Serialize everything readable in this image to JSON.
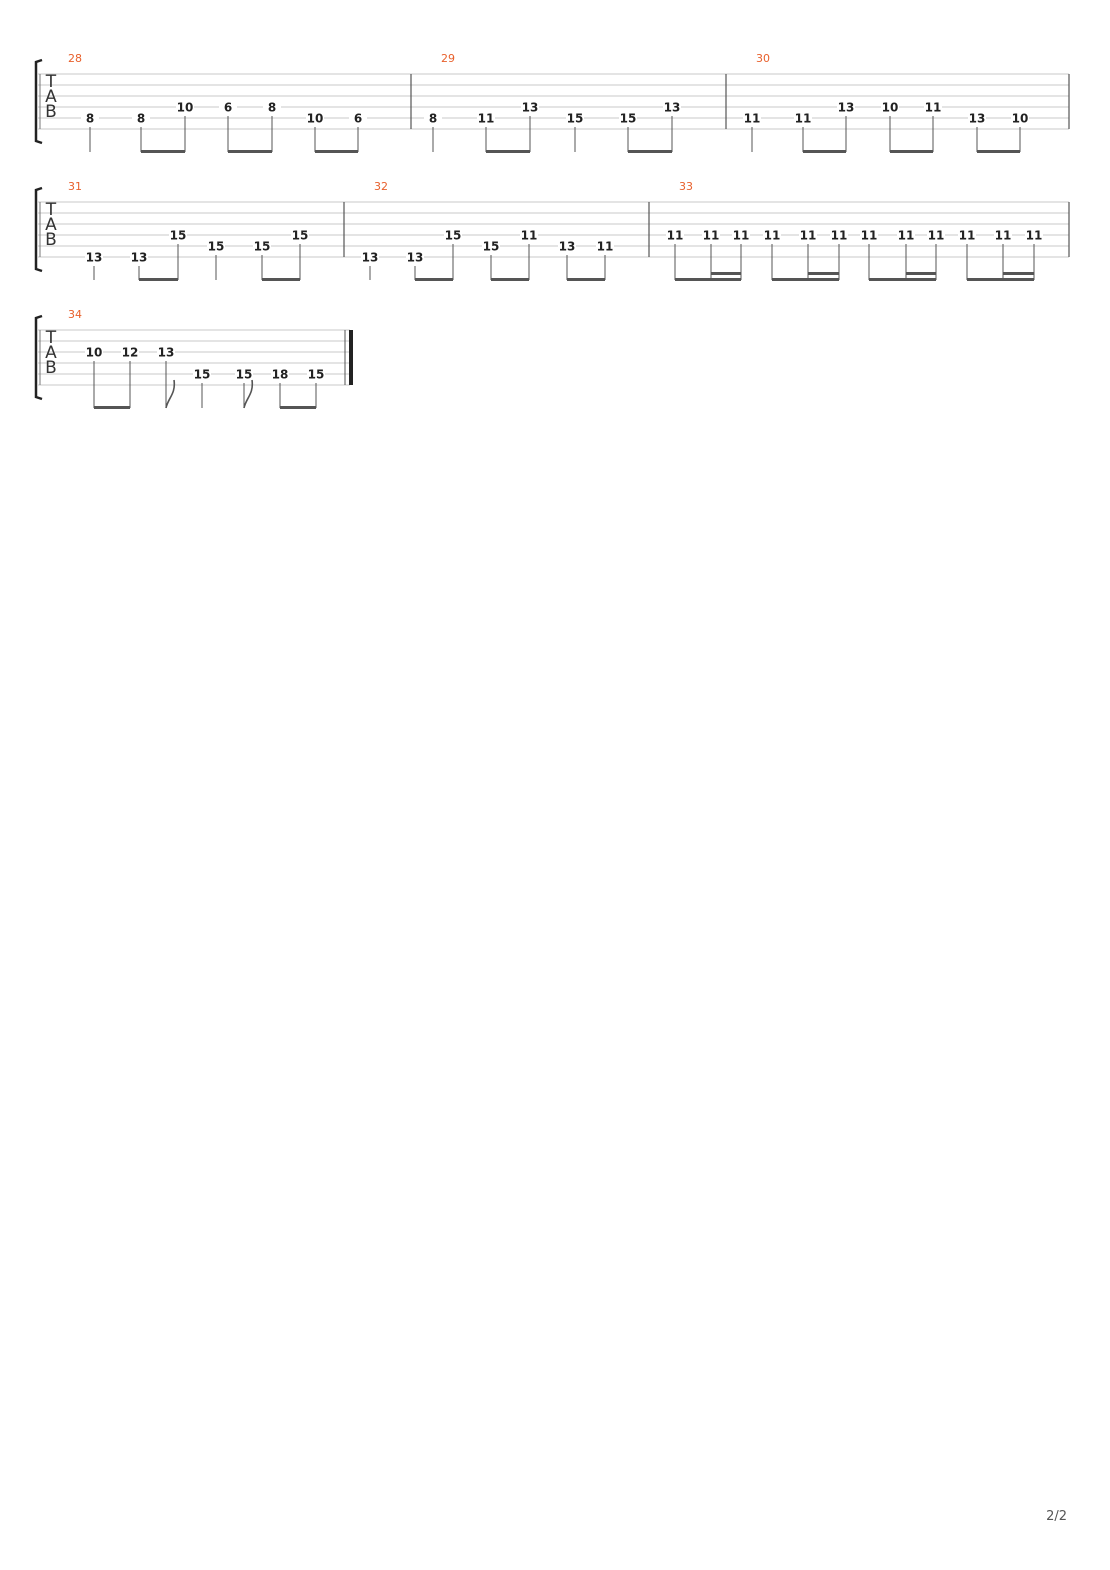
{
  "tablature": {
    "clef_letters": [
      "T",
      "A",
      "B"
    ],
    "colors": {
      "measure_number": "#e8602c",
      "fret": "#222222",
      "staff_line": "#c8c8c8",
      "stem": "#555555",
      "bar_line": "#555555"
    },
    "systems": [
      {
        "measures": [
          {
            "number": "28",
            "notes": [
              {
                "fret": "8",
                "string": 4,
                "stem": "single"
              },
              {
                "fret": "8",
                "string": 4,
                "stem": "beam8",
                "group": "a"
              },
              {
                "fret": "10",
                "string": 3,
                "stem": "beam8",
                "group": "a"
              },
              {
                "fret": "6",
                "string": 3,
                "stem": "beam8",
                "group": "b"
              },
              {
                "fret": "8",
                "string": 3,
                "stem": "beam8",
                "group": "b"
              },
              {
                "fret": "10",
                "string": 4,
                "stem": "beam8",
                "group": "c"
              },
              {
                "fret": "6",
                "string": 4,
                "stem": "beam8",
                "group": "c"
              }
            ]
          },
          {
            "number": "29",
            "notes": [
              {
                "fret": "8",
                "string": 4,
                "stem": "single"
              },
              {
                "fret": "11",
                "string": 4,
                "stem": "beam8",
                "group": "a"
              },
              {
                "fret": "13",
                "string": 3,
                "stem": "beam8",
                "group": "a"
              },
              {
                "fret": "15",
                "string": 4,
                "stem": "single"
              },
              {
                "fret": "15",
                "string": 4,
                "stem": "beam8",
                "group": "b"
              },
              {
                "fret": "13",
                "string": 3,
                "stem": "beam8",
                "group": "b"
              }
            ]
          },
          {
            "number": "30",
            "notes": [
              {
                "fret": "11",
                "string": 4,
                "stem": "single"
              },
              {
                "fret": "11",
                "string": 4,
                "stem": "beam8",
                "group": "a"
              },
              {
                "fret": "13",
                "string": 3,
                "stem": "beam8",
                "group": "a"
              },
              {
                "fret": "10",
                "string": 3,
                "stem": "beam8",
                "group": "b"
              },
              {
                "fret": "11",
                "string": 3,
                "stem": "beam8",
                "group": "b"
              },
              {
                "fret": "13",
                "string": 4,
                "stem": "beam8",
                "group": "c"
              },
              {
                "fret": "10",
                "string": 4,
                "stem": "beam8",
                "group": "c"
              }
            ]
          }
        ]
      },
      {
        "measures": [
          {
            "number": "31",
            "notes": [
              {
                "fret": "13",
                "string": 5,
                "stem": "single"
              },
              {
                "fret": "13",
                "string": 5,
                "stem": "beam8",
                "group": "a"
              },
              {
                "fret": "15",
                "string": 3,
                "stem": "beam8",
                "group": "a"
              },
              {
                "fret": "15",
                "string": 4,
                "stem": "single"
              },
              {
                "fret": "15",
                "string": 4,
                "stem": "beam8",
                "group": "b"
              },
              {
                "fret": "15",
                "string": 3,
                "stem": "beam8",
                "group": "b"
              }
            ]
          },
          {
            "number": "32",
            "notes": [
              {
                "fret": "13",
                "string": 5,
                "stem": "single"
              },
              {
                "fret": "13",
                "string": 5,
                "stem": "beam8",
                "group": "a"
              },
              {
                "fret": "15",
                "string": 3,
                "stem": "beam8",
                "group": "a"
              },
              {
                "fret": "15",
                "string": 4,
                "stem": "beam8",
                "group": "b"
              },
              {
                "fret": "11",
                "string": 3,
                "stem": "beam8",
                "group": "b"
              },
              {
                "fret": "13",
                "string": 4,
                "stem": "beam8",
                "group": "c"
              },
              {
                "fret": "11",
                "string": 4,
                "stem": "beam8",
                "group": "c"
              }
            ]
          },
          {
            "number": "33",
            "notes": [
              {
                "fret": "11",
                "string": 3,
                "stem": "beam16",
                "group": "a"
              },
              {
                "fret": "11",
                "string": 3,
                "stem": "beam16",
                "group": "a"
              },
              {
                "fret": "11",
                "string": 3,
                "stem": "beam16",
                "group": "a"
              },
              {
                "fret": "11",
                "string": 3,
                "stem": "beam16",
                "group": "b"
              },
              {
                "fret": "11",
                "string": 3,
                "stem": "beam16",
                "group": "b"
              },
              {
                "fret": "11",
                "string": 3,
                "stem": "beam16",
                "group": "b"
              },
              {
                "fret": "11",
                "string": 3,
                "stem": "beam16",
                "group": "c"
              },
              {
                "fret": "11",
                "string": 3,
                "stem": "beam16",
                "group": "c"
              },
              {
                "fret": "11",
                "string": 3,
                "stem": "beam16",
                "group": "c"
              },
              {
                "fret": "11",
                "string": 3,
                "stem": "beam16",
                "group": "d"
              },
              {
                "fret": "11",
                "string": 3,
                "stem": "beam16",
                "group": "d"
              },
              {
                "fret": "11",
                "string": 3,
                "stem": "beam16",
                "group": "d"
              }
            ]
          }
        ]
      },
      {
        "measures": [
          {
            "number": "34",
            "final": true,
            "notes": [
              {
                "fret": "10",
                "string": 2,
                "stem": "beam8",
                "group": "a"
              },
              {
                "fret": "12",
                "string": 2,
                "stem": "beam8",
                "group": "a"
              },
              {
                "fret": "13",
                "string": 2,
                "stem": "flag8"
              },
              {
                "fret": "15",
                "string": 4,
                "stem": "single"
              },
              {
                "fret": "15",
                "string": 4,
                "stem": "flag8"
              },
              {
                "fret": "18",
                "string": 4,
                "stem": "beam8",
                "group": "b"
              },
              {
                "fret": "15",
                "string": 4,
                "stem": "beam8",
                "group": "b"
              }
            ]
          }
        ]
      }
    ]
  },
  "footer": {
    "page_number": "2/2"
  }
}
